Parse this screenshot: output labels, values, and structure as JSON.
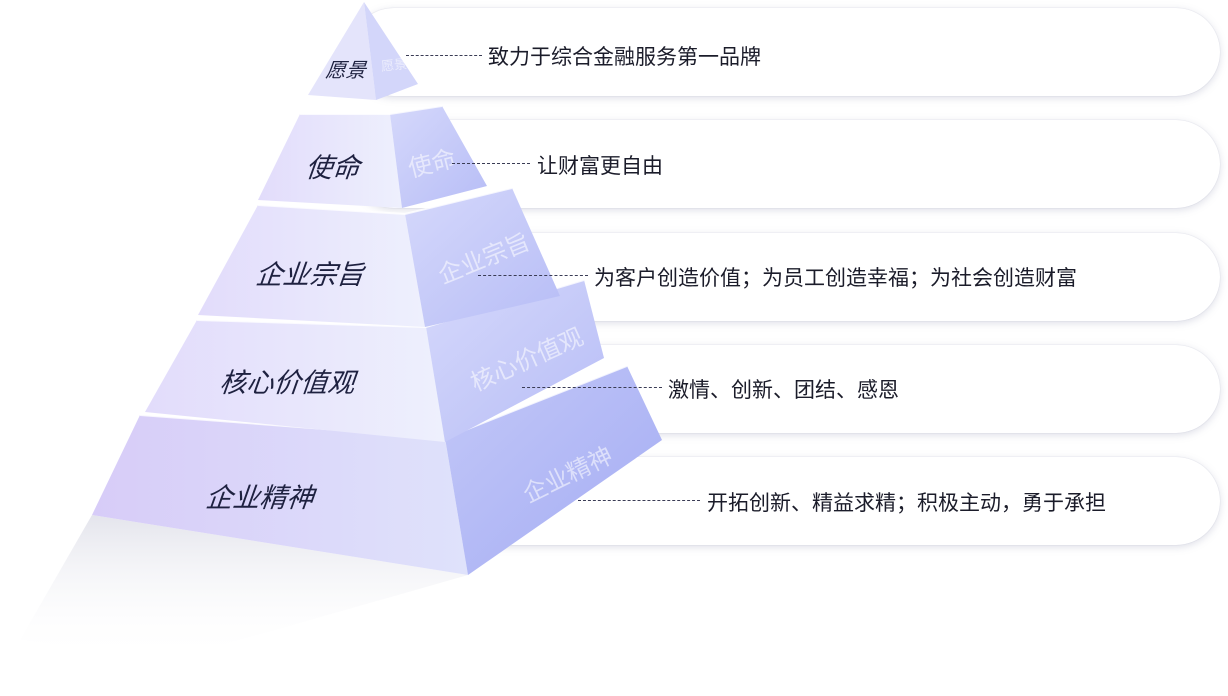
{
  "levels": [
    {
      "label": "愿景",
      "side_label": "愿景",
      "description": "致力于综合金融服务第一品牌"
    },
    {
      "label": "使命",
      "side_label": "使命",
      "description": "让财富更自由"
    },
    {
      "label": "企业宗旨",
      "side_label": "企业宗旨",
      "description": "为客户创造价值；为员工创造幸福；为社会创造财富"
    },
    {
      "label": "核心价值观",
      "side_label": "核心价值观",
      "description": "激情、创新、团结、感恩"
    },
    {
      "label": "企业精神",
      "side_label": "企业精神",
      "description": "开拓创新、精益求精；积极主动，勇于承担"
    }
  ],
  "colors": {
    "front_light": "#eeeefe",
    "front_dark": "#c9cbf7",
    "side_light": "#cfd3fb",
    "side_dark": "#a9b0f5",
    "text": "#1b1c2a"
  }
}
